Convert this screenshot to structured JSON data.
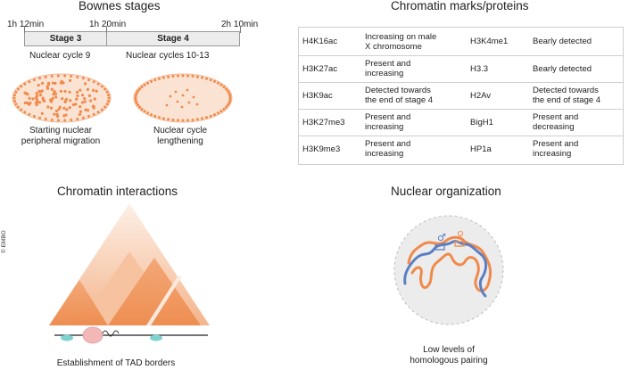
{
  "bownes": {
    "title": "Bownes stages",
    "times": [
      "1h 12min",
      "1h 20min",
      "2h 10min"
    ],
    "stage3_label": "Stage 3",
    "stage4_label": "Stage 4",
    "stage3_cycle": "Nuclear cycle 9",
    "stage4_cycle": "Nuclear cycles 10-13",
    "stage3_caption_line1": "Starting nuclear",
    "stage3_caption_line2": "peripheral migration",
    "stage4_caption_line1": "Nuclear cycle",
    "stage4_caption_line2": "lengthening"
  },
  "chromatin_marks": {
    "title": "Chromatin marks/proteins",
    "rows": [
      {
        "mark1": "H4K16ac",
        "status1_line1": "Increasing on male",
        "status1_line2": "X chromosome",
        "mark2": "H3K4me1",
        "status2_line1": "Bearly detected",
        "status2_line2": ""
      },
      {
        "mark1": "H3K27ac",
        "status1_line1": "Present and",
        "status1_line2": "increasing",
        "mark2": "H3.3",
        "status2_line1": "Bearly detected",
        "status2_line2": ""
      },
      {
        "mark1": "H3K9ac",
        "status1_line1": "Detected towards",
        "status1_line2": "the end of stage 4",
        "mark2": "H2Av",
        "status2_line1": "Detected towards",
        "status2_line2": "the end of stage 4"
      },
      {
        "mark1": "H3K27me3",
        "status1_line1": "Present and",
        "status1_line2": "increasing",
        "mark2": "BigH1",
        "status2_line1": "Present and",
        "status2_line2": "decreasing"
      },
      {
        "mark1": "H3K9me3",
        "status1_line1": "Present and",
        "status1_line2": "increasing",
        "mark2": "HP1a",
        "status2_line1": "Present and",
        "status2_line2": "increasing"
      }
    ]
  },
  "chromatin_interactions": {
    "title": "Chromatin interactions",
    "caption": "Establishment of TAD borders"
  },
  "nuclear_organization": {
    "title": "Nuclear organization",
    "male_symbol": "♂",
    "female_symbol": "♀",
    "caption_line1": "Low levels of",
    "caption_line2": "homologous pairing"
  },
  "copyright": "© EMBO",
  "colors": {
    "orange": "#f08a4b",
    "orange_fill": "#fbe3d3",
    "blue": "#5b7fc4",
    "teal": "#7fd3cf",
    "gray_circle": "#ececec"
  }
}
